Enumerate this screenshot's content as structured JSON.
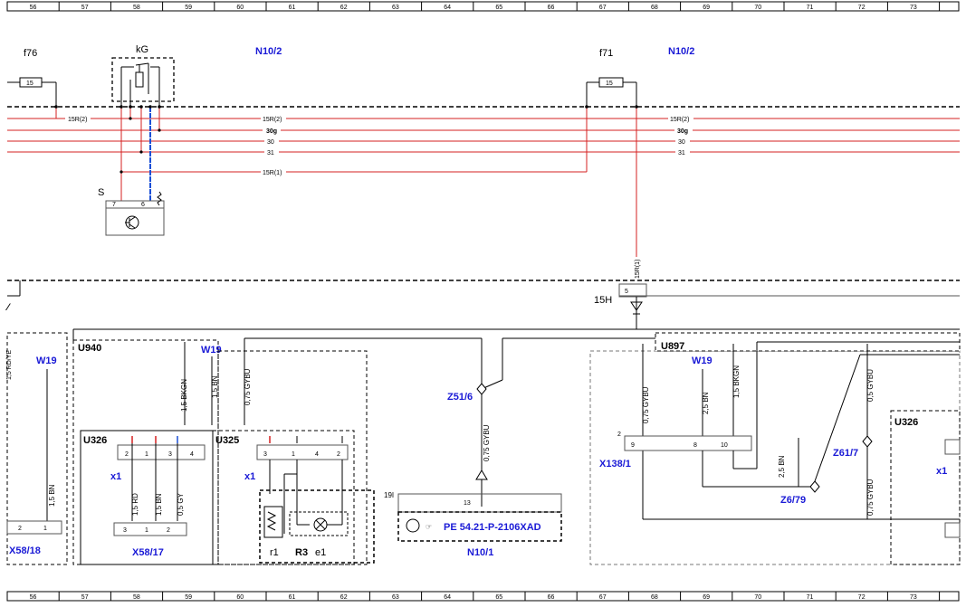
{
  "grid": {
    "columns": [
      "56",
      "57",
      "58",
      "59",
      "60",
      "61",
      "62",
      "63",
      "64",
      "65",
      "66",
      "67",
      "68",
      "69",
      "70",
      "71",
      "72",
      "73"
    ]
  },
  "colors": {
    "wire_red": "#d42020",
    "wire_blue": "#1a4fd6",
    "label_blue": "#1a1ad6",
    "black": "#000000",
    "gray": "#777777"
  },
  "fuses": {
    "f76": {
      "name": "f76",
      "rating": "15"
    },
    "f71": {
      "name": "f71",
      "rating": "15"
    },
    "left_stub_rating": "15"
  },
  "refs": {
    "n10_2_left": "N10/2",
    "n10_2_right": "N10/2",
    "kg": "kG",
    "s": "S",
    "h15": "15H",
    "n10_1": "N10/1",
    "pin_19i": "19I",
    "pin_13": "13",
    "pin_5": "5",
    "pin_2": "2",
    "s_pin7": "7",
    "s_pin6": "6"
  },
  "bus": {
    "labels": [
      "15R(2)",
      "30g",
      "30",
      "31",
      "15R(1)"
    ],
    "left_15r2": "15R(2)",
    "mid_15r2": "15R(2)",
    "mid_30g": "30g",
    "mid_30": "30",
    "mid_31": "31",
    "mid_15r1": "15R(1)",
    "right_15r2": "15R(2)",
    "right_30g": "30g",
    "right_30": "30",
    "right_31": "31",
    "vertical_15r1": "15R(1)"
  },
  "lower": {
    "u940": "U940",
    "u897": "U897",
    "u326_left": "U326",
    "u325": "U325",
    "u326_right": "U326",
    "w19_left": "W19",
    "w19_mid": "W19",
    "w19_right": "W19",
    "z51_6": "Z51/6",
    "z61_7": "Z61/7",
    "z6_79": "Z6/79",
    "x138_1": "X138/1",
    "x58_18": "X58/18",
    "x58_17": "X58/17",
    "x1_a": "x1",
    "x1_b": "x1",
    "x1_c": "x1",
    "r1": "r1",
    "r3": "R3",
    "e1": "e1",
    "pe_ref": "PE 54.21-P-2106XAD",
    "w_15bkgn_a": "1,5 BKGN",
    "w_15bn_a": "1,5 BN",
    "w_075gybu_a": "0,75 GYBU",
    "w_075gybu_b": "0,75 GYBU",
    "w_075gybu_c": "0,75 GYBU",
    "w_075gybu_d": "0,75 GYBU",
    "w_25bn_a": "2,5 BN",
    "w_15bkgn_b": "1,5 BKGN",
    "w_05gybu": "0,5 GYBU",
    "w_25bn_b": "2,5 BN",
    "w_15bn_left": "1,5 BN",
    "w_15rd": "1,5 RD",
    "w_15bn_b": "1,5 BN",
    "w_05gy": "0,5 GY",
    "u326_pins": [
      "2",
      "1",
      "3",
      "4"
    ],
    "u325_pins": [
      "3",
      "1",
      "4",
      "2"
    ],
    "x138_pins": [
      "9",
      "8",
      "10"
    ],
    "x58_17_pins": [
      "3",
      "1",
      "2"
    ],
    "x58_18_pins": [
      "2",
      "1"
    ],
    "left_edge_text": "1,5 RD/YE"
  }
}
